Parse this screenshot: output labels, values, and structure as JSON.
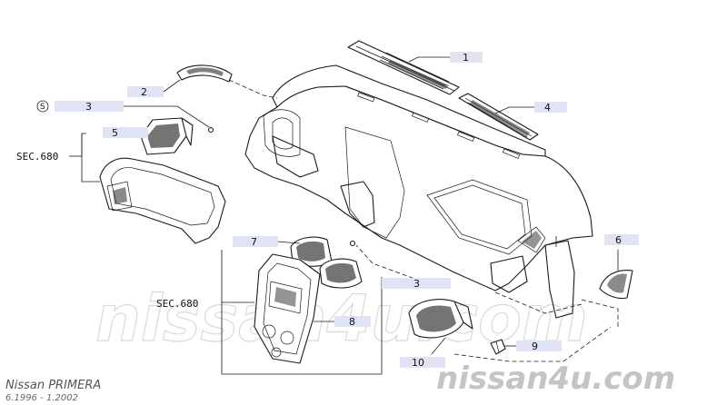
{
  "callouts": [
    {
      "id": "1",
      "label": "1"
    },
    {
      "id": "2",
      "label": "2"
    },
    {
      "id": "3a",
      "label": "3"
    },
    {
      "id": "4",
      "label": "4"
    },
    {
      "id": "5",
      "label": "5"
    },
    {
      "id": "6",
      "label": "6"
    },
    {
      "id": "7",
      "label": "7"
    },
    {
      "id": "3b",
      "label": "3"
    },
    {
      "id": "8",
      "label": "8"
    },
    {
      "id": "9",
      "label": "9"
    },
    {
      "id": "10",
      "label": "10"
    }
  ],
  "section_refs": [
    "SEC.680",
    "SEC.680"
  ],
  "s_mark": "S",
  "watermark": {
    "main": "nissan4u.com",
    "corner": "nissan4u.com"
  },
  "footer": {
    "model": "Nissan PRIMERA",
    "dates": "6.1996 - 1.2002"
  }
}
